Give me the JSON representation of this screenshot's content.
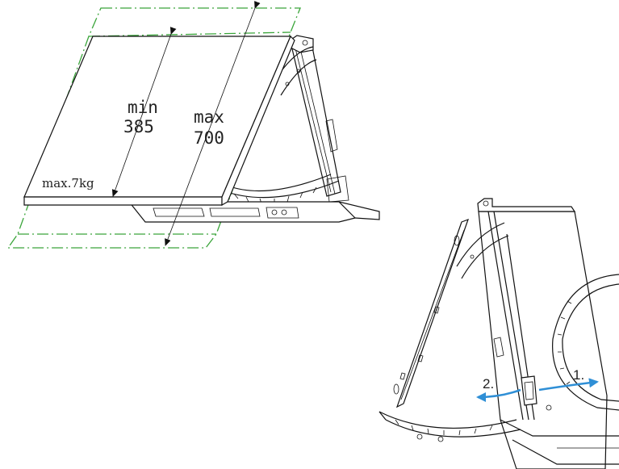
{
  "diagram": {
    "labels": {
      "min_word": "min",
      "min_value": "385",
      "max_word": "max",
      "max_value": "700",
      "max_weight": "max.7kg",
      "step_1": "1.",
      "step_2": "2."
    },
    "colors": {
      "outline": "#111111",
      "adjust_range": "#3aa53a",
      "arrow_blue": "#2f8fd6"
    }
  }
}
